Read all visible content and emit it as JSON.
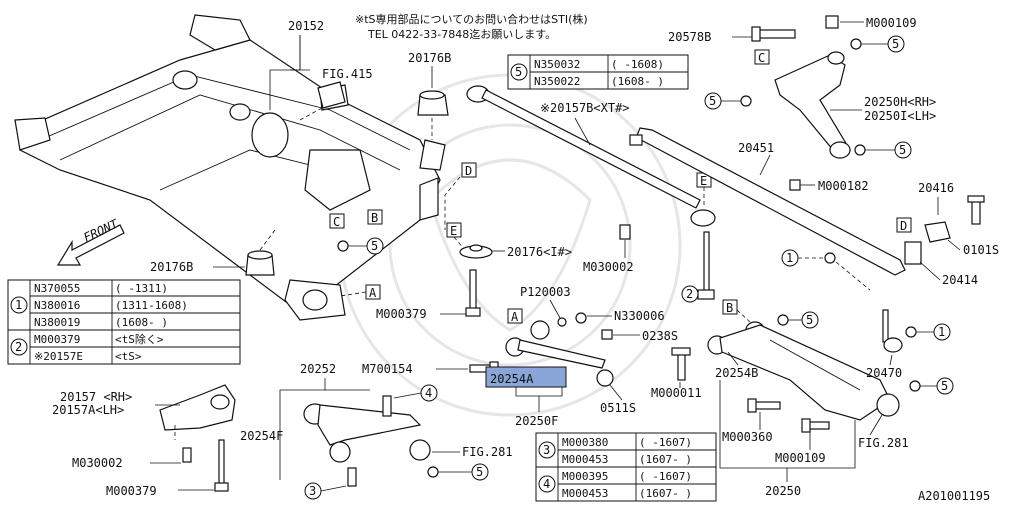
{
  "notice": {
    "line1": "※tS専用部品についてのお問い合わせはSTI(株)",
    "line2": "TEL 0422-33-7848迄お願いします。"
  },
  "front_label": "FRONT",
  "diagram_id": "A201001195",
  "highlight_part": "20254A",
  "parts": {
    "p20152": "20152",
    "fig415": "FIG.415",
    "p20176B_top": "20176B",
    "p20176B_left": "20176B",
    "p20176I": "20176<I#>",
    "p20157B": "※20157B<XT#>",
    "p20578B": "20578B",
    "m000109_top": "M000109",
    "p20250H": "20250H<RH>",
    "p20250I": "20250I<LH>",
    "m000182": "M000182",
    "p20451": "20451",
    "p20416": "20416",
    "p20414": "20414",
    "p0101S": "0101S",
    "m030002_mid": "M030002",
    "p120003": "P120003",
    "n330006": "N330006",
    "p0238S": "0238S",
    "m700154": "M700154",
    "m000379_mid": "M000379",
    "m000011": "M000011",
    "p0511S": "0511S",
    "p20250F": "20250F",
    "p20252": "20252",
    "p20254F": "20254F",
    "fig281_left": "FIG.281",
    "p20254B": "20254B",
    "p20470": "20470",
    "m000360": "M000360",
    "m000109_bottom": "M000109",
    "fig281_right": "FIG.281",
    "p20250": "20250",
    "p20157": "20157 <RH>",
    "p20157A": "20157A<LH>",
    "m030002_bottom": "M030002",
    "m000379_bottom": "M000379"
  },
  "letters": {
    "A": "A",
    "B": "B",
    "C": "C",
    "D": "D",
    "E": "E"
  },
  "circles": {
    "one": "1",
    "two": "2",
    "three": "3",
    "four": "4",
    "five": "5"
  },
  "table1": [
    {
      "part": "N370055",
      "range": "(     -1311)"
    },
    {
      "part": "N380016",
      "range": "(1311-1608)"
    },
    {
      "part": "N380019",
      "range": "(1608-     )"
    }
  ],
  "table2": [
    {
      "part": "M000379",
      "range": "<tS除く>"
    },
    {
      "part": "※20157E",
      "range": "<tS>"
    }
  ],
  "table5": [
    {
      "part": "N350032",
      "range": "(  -1608)"
    },
    {
      "part": "N350022",
      "range": "(1608-  )"
    }
  ],
  "table3": [
    {
      "part": "M000380",
      "range": "(  -1607)"
    },
    {
      "part": "M000453",
      "range": "(1607-  )"
    }
  ],
  "table4": [
    {
      "part": "M000395",
      "range": "(  -1607)"
    },
    {
      "part": "M000453",
      "range": "(1607-  )"
    }
  ]
}
